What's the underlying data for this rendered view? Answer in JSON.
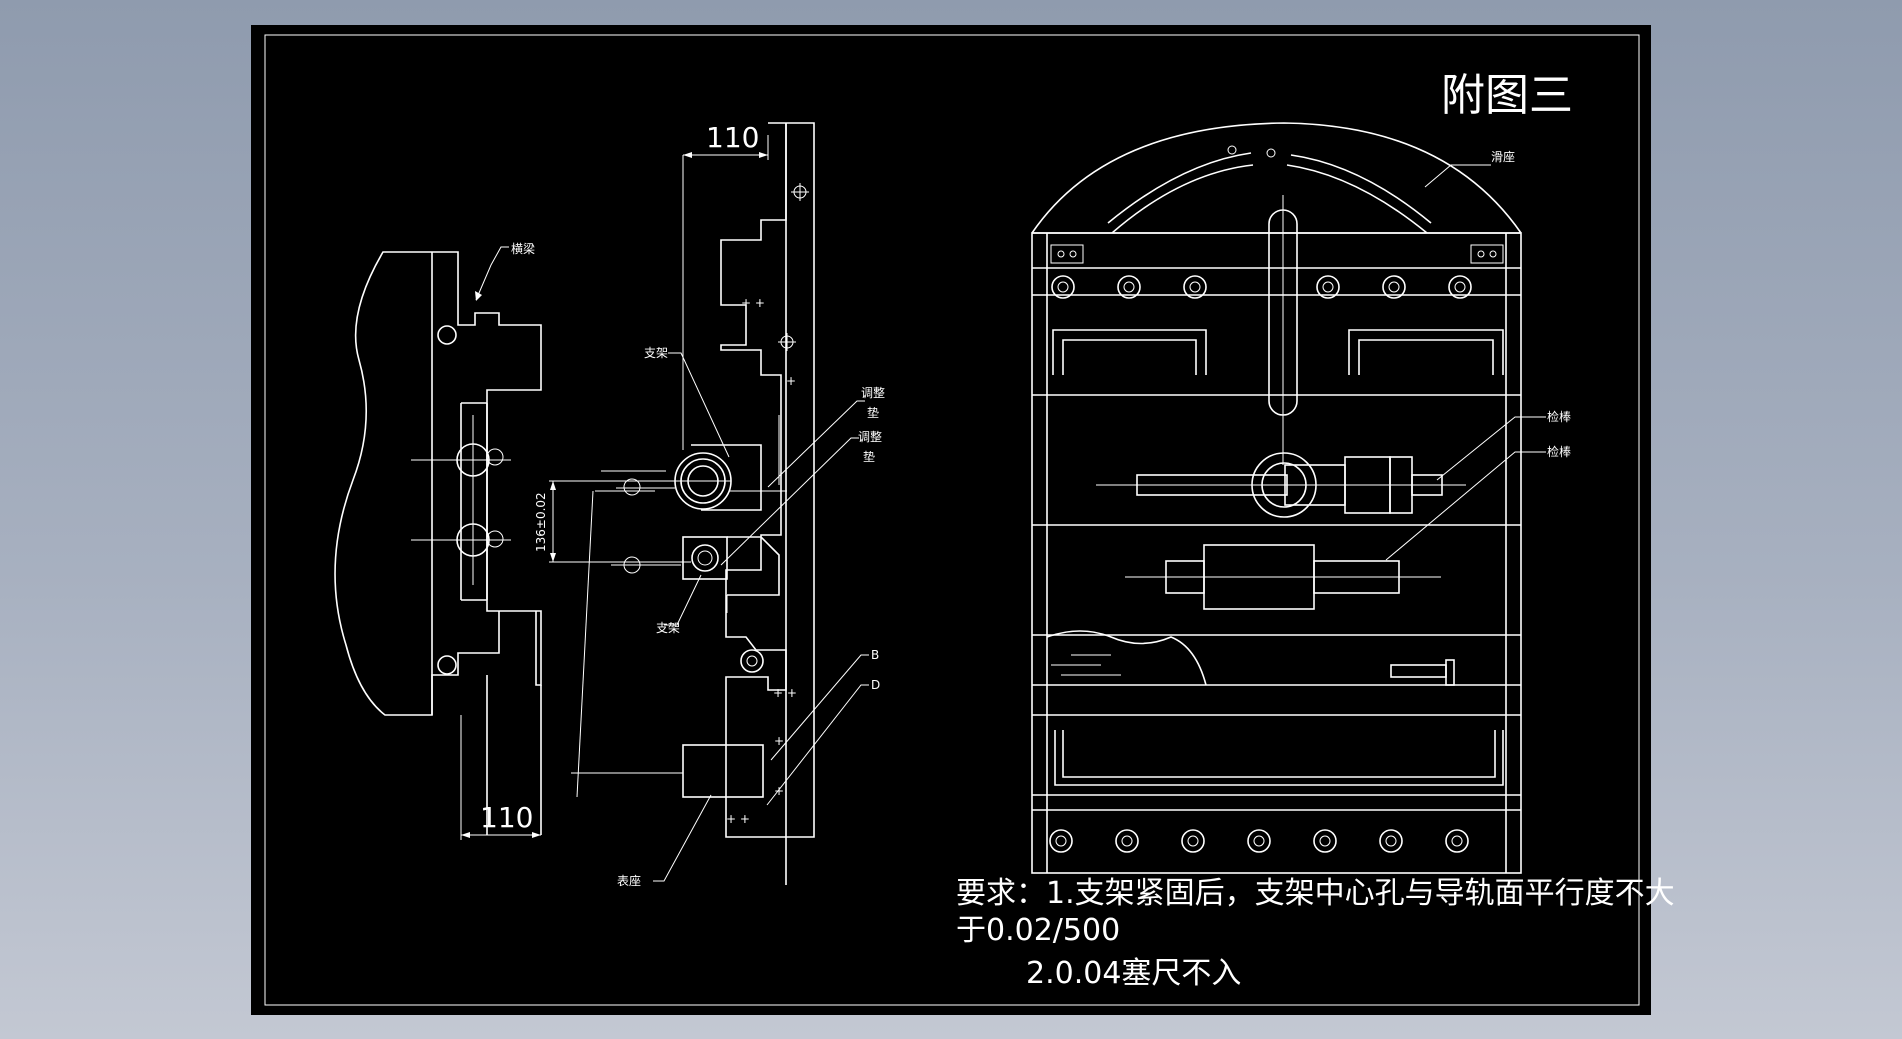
{
  "drawing": {
    "title": "附图三",
    "dimensions": {
      "top_width": "110",
      "bottom_width": "110",
      "center_distance": "136±0.02"
    },
    "callouts": {
      "crossbeam": "横梁",
      "bracket_upper": "支架",
      "shim_upper_1": "调整",
      "shim_upper_2": "垫",
      "shim_lower_1": "调整",
      "shim_lower_2": "垫",
      "bracket_lower": "支架",
      "point_b": "B",
      "point_d": "D",
      "gauge_seat": "表座",
      "slide_seat": "滑座",
      "test_bar_1": "检棒",
      "test_bar_2": "检棒"
    },
    "notes": {
      "line1": "要求：1.支架紧固后，支架中心孔与导轨面平行度不大",
      "line2": "于0.02/500",
      "line3": "2.0.04塞尺不入"
    }
  }
}
